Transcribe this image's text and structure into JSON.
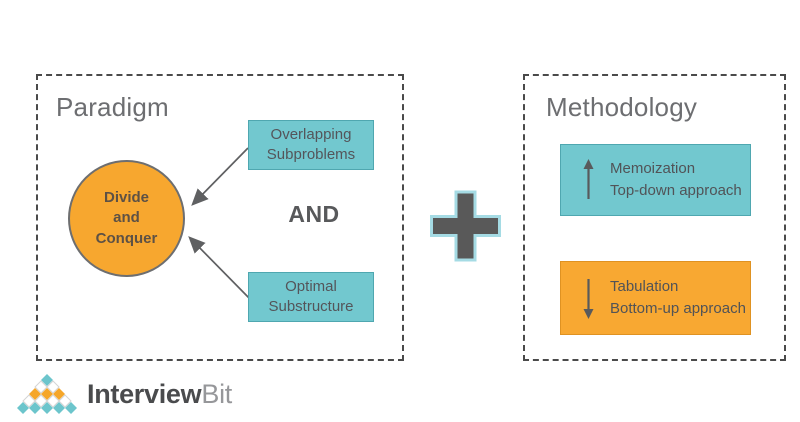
{
  "colors": {
    "teal_fill": "#72c8cf",
    "teal_border": "#4fa7b0",
    "orange_fill": "#f7a72f",
    "orange_border": "#df9222",
    "text_gray": "#58595b",
    "title_gray": "#6d6e71",
    "dash_border_gray": "#4a4a4a",
    "plus_fill": "#595959",
    "plus_outline": "#a5dbe4",
    "arrow_gray": "#5f6062",
    "logo_teal": "#6cc5cc",
    "logo_orange": "#f5a629"
  },
  "paradigm": {
    "title": "Paradigm",
    "circle_label": "Divide\nand\nConquer",
    "overlapping_label": "Overlapping\nSubproblems",
    "and_label": "AND",
    "optimal_label": "Optimal\nSubstructure"
  },
  "methodology": {
    "title": "Methodology",
    "memoization": {
      "arrow_direction": "up",
      "line1": "Memoization",
      "line2": "Top-down approach"
    },
    "tabulation": {
      "arrow_direction": "down",
      "line1": "Tabulation",
      "line2": "Bottom-up approach"
    }
  },
  "logo": {
    "brand_bold": "Interview",
    "brand_light": "Bit"
  }
}
